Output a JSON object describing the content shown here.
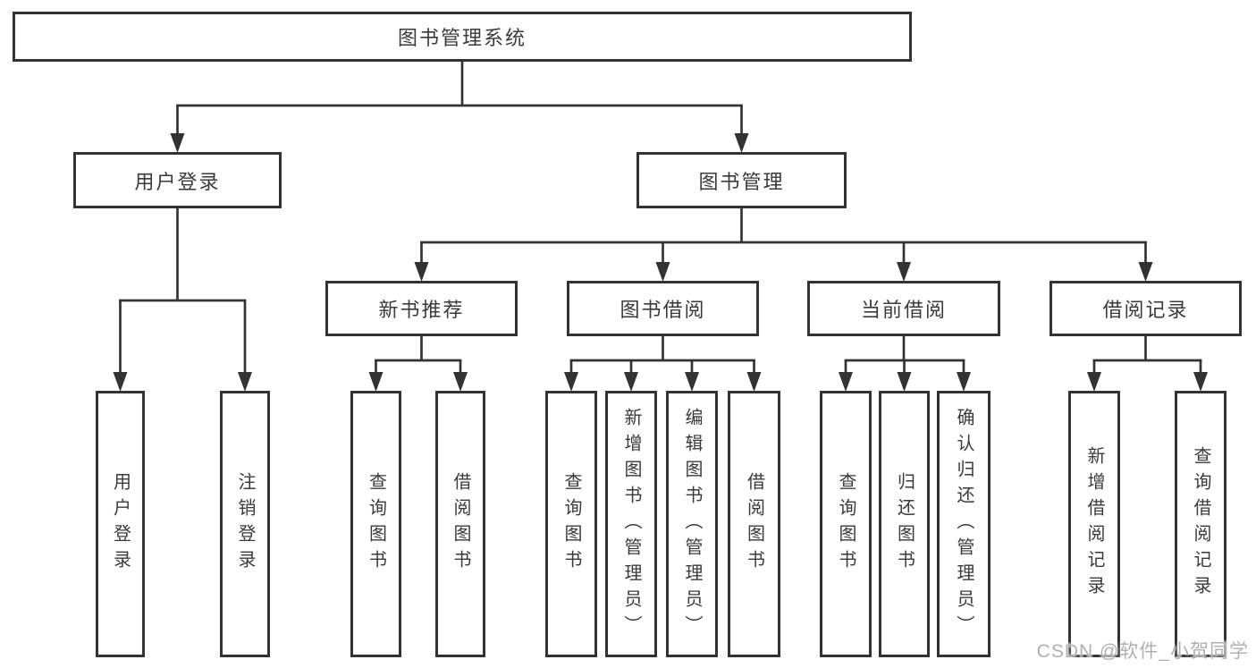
{
  "diagram": {
    "root": {
      "label": "图书管理系统"
    },
    "level2": {
      "user_login": {
        "label": "用户登录"
      },
      "book_management": {
        "label": "图书管理"
      }
    },
    "level3": {
      "new_book_recommend": {
        "label": "新书推荐"
      },
      "book_borrow": {
        "label": "图书借阅"
      },
      "current_borrow": {
        "label": "当前借阅"
      },
      "borrow_records": {
        "label": "借阅记录"
      }
    },
    "leaves": {
      "user_login_leaf": {
        "label": "用户登录"
      },
      "logout": {
        "label": "注销登录"
      },
      "rec_query_books": {
        "label": "查询图书"
      },
      "rec_borrow_books": {
        "label": "借阅图书"
      },
      "borrow_query_books": {
        "label": "查询图书"
      },
      "borrow_add_books": {
        "label": "新增图书（管理员）"
      },
      "borrow_edit_books": {
        "label": "编辑图书（管理员）"
      },
      "borrow_borrow_books": {
        "label": "借阅图书"
      },
      "current_query_books": {
        "label": "查询图书"
      },
      "current_return_books": {
        "label": "归还图书"
      },
      "current_confirm_return": {
        "label": "确认归还（管理员）"
      },
      "records_add_record": {
        "label": "新增借阅记录"
      },
      "records_query_record": {
        "label": "查询借阅记录"
      }
    }
  },
  "watermark": {
    "text": "CSDN @软件_小贺同学"
  },
  "colors": {
    "line": "#333333",
    "text": "#3a3a3a",
    "background": "#ffffff",
    "watermark": "#b0b0b0"
  }
}
